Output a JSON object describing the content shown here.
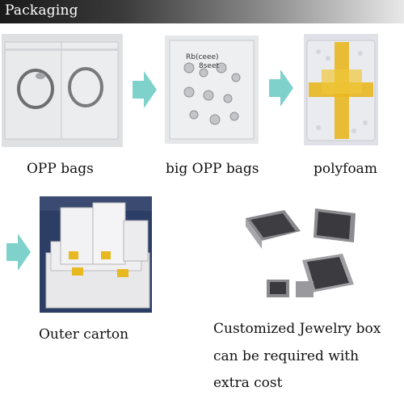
{
  "header": {
    "title": "Packaging"
  },
  "steps": [
    {
      "label": "OPP bags"
    },
    {
      "label": "big OPP bags"
    },
    {
      "label": "polyfoam"
    },
    {
      "label": "Outer carton"
    }
  ],
  "note": {
    "line1": "Customized Jewelry box",
    "line2": "can be required with",
    "line3": "extra cost"
  },
  "photos": {
    "bag_label_line1": "Rb(ceee)",
    "bag_label_line2": "8seet"
  },
  "colors": {
    "arrow": "#7fd1cc",
    "tape": "#e8b820",
    "box": "#3a3a3a",
    "carton": "#e8e8ea"
  }
}
